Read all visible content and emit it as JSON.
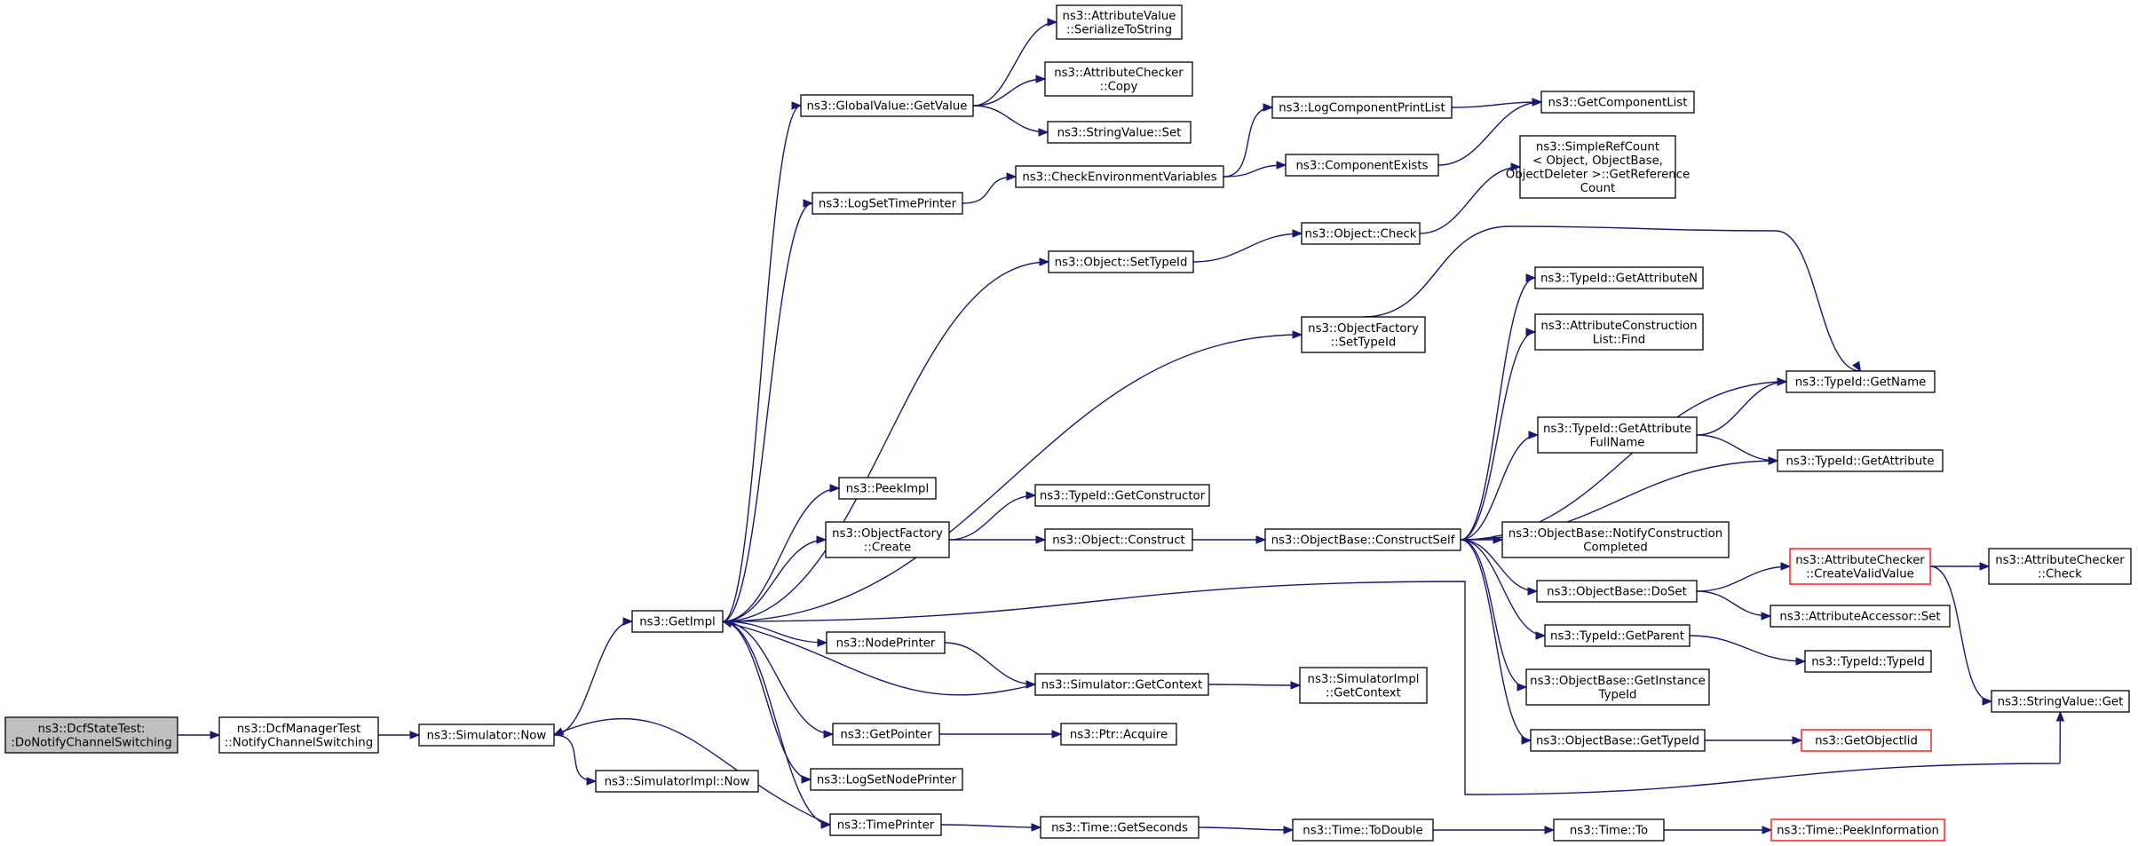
{
  "colors": {
    "edge": "#191970",
    "node_fill": "#ffffff",
    "node_border": "#000000",
    "root_fill": "#bfbfbf",
    "truncated_border": "#ff0000"
  },
  "nodes": [
    {
      "id": "dcfstatetest",
      "lines": [
        "ns3::DcfStateTest:",
        ":DoNotifyChannelSwitching"
      ],
      "style": "root"
    },
    {
      "id": "dcfmanagertest",
      "lines": [
        "ns3::DcfManagerTest",
        "::NotifyChannelSwitching"
      ]
    },
    {
      "id": "simulator-now",
      "lines": [
        "ns3::Simulator::Now"
      ]
    },
    {
      "id": "simulatorimpl-now",
      "lines": [
        "ns3::SimulatorImpl::Now"
      ]
    },
    {
      "id": "getimpl",
      "lines": [
        "ns3::GetImpl"
      ]
    },
    {
      "id": "globalvalue-getvalue",
      "lines": [
        "ns3::GlobalValue::GetValue"
      ]
    },
    {
      "id": "attributevalue-serialize",
      "lines": [
        "ns3::AttributeValue",
        "::SerializeToString"
      ]
    },
    {
      "id": "attributechecker-copy",
      "lines": [
        "ns3::AttributeChecker",
        "::Copy"
      ]
    },
    {
      "id": "stringvalue-set",
      "lines": [
        "ns3::StringValue::Set"
      ]
    },
    {
      "id": "logsettimeprinter",
      "lines": [
        "ns3::LogSetTimePrinter"
      ]
    },
    {
      "id": "checkenvvars",
      "lines": [
        "ns3::CheckEnvironmentVariables"
      ]
    },
    {
      "id": "logcomponentprintlist",
      "lines": [
        "ns3::LogComponentPrintList"
      ]
    },
    {
      "id": "componentexists",
      "lines": [
        "ns3::ComponentExists"
      ]
    },
    {
      "id": "getcomponentlist",
      "lines": [
        "ns3::GetComponentList"
      ]
    },
    {
      "id": "simplerefcount",
      "lines": [
        "ns3::SimpleRefCount",
        "< Object, ObjectBase,",
        " ObjectDeleter >::GetReference",
        "Count"
      ]
    },
    {
      "id": "object-settypeid",
      "lines": [
        "ns3::Object::SetTypeId"
      ]
    },
    {
      "id": "object-check",
      "lines": [
        "ns3::Object::Check"
      ]
    },
    {
      "id": "objectfactory-settypeid",
      "lines": [
        "ns3::ObjectFactory",
        "::SetTypeId"
      ]
    },
    {
      "id": "typeid-getattributen",
      "lines": [
        "ns3::TypeId::GetAttributeN"
      ]
    },
    {
      "id": "attrconstructionlist-find",
      "lines": [
        "ns3::AttributeConstruction",
        "List::Find"
      ]
    },
    {
      "id": "typeid-getname",
      "lines": [
        "ns3::TypeId::GetName"
      ]
    },
    {
      "id": "typeid-getattributefullname",
      "lines": [
        "ns3::TypeId::GetAttribute",
        "FullName"
      ]
    },
    {
      "id": "typeid-getattribute",
      "lines": [
        "ns3::TypeId::GetAttribute"
      ]
    },
    {
      "id": "peekimpl",
      "lines": [
        "ns3::PeekImpl"
      ]
    },
    {
      "id": "typeid-getconstructor",
      "lines": [
        "ns3::TypeId::GetConstructor"
      ]
    },
    {
      "id": "objectfactory-create",
      "lines": [
        "ns3::ObjectFactory",
        "::Create"
      ]
    },
    {
      "id": "object-construct",
      "lines": [
        "ns3::Object::Construct"
      ]
    },
    {
      "id": "objectbase-constructself",
      "lines": [
        "ns3::ObjectBase::ConstructSelf"
      ]
    },
    {
      "id": "objectbase-notifyconstructioncompleted",
      "lines": [
        "ns3::ObjectBase::NotifyConstruction",
        "Completed"
      ]
    },
    {
      "id": "attributechecker-createvalidvalue",
      "lines": [
        "ns3::AttributeChecker",
        "::CreateValidValue"
      ],
      "style": "red"
    },
    {
      "id": "attributechecker-check",
      "lines": [
        "ns3::AttributeChecker",
        "::Check"
      ]
    },
    {
      "id": "objectbase-doset",
      "lines": [
        "ns3::ObjectBase::DoSet"
      ]
    },
    {
      "id": "attributeaccessor-set",
      "lines": [
        "ns3::AttributeAccessor::Set"
      ]
    },
    {
      "id": "nodeprinter",
      "lines": [
        "ns3::NodePrinter"
      ]
    },
    {
      "id": "simulator-getcontext",
      "lines": [
        "ns3::Simulator::GetContext"
      ]
    },
    {
      "id": "simulatorimpl-getcontext",
      "lines": [
        "ns3::SimulatorImpl",
        "::GetContext"
      ]
    },
    {
      "id": "typeid-getparent",
      "lines": [
        "ns3::TypeId::GetParent"
      ]
    },
    {
      "id": "typeid-typeid",
      "lines": [
        "ns3::TypeId::TypeId"
      ]
    },
    {
      "id": "objectbase-getinstancetypeid",
      "lines": [
        "ns3::ObjectBase::GetInstance",
        "TypeId"
      ]
    },
    {
      "id": "stringvalue-get",
      "lines": [
        "ns3::StringValue::Get"
      ]
    },
    {
      "id": "getpointer",
      "lines": [
        "ns3::GetPointer"
      ]
    },
    {
      "id": "ptr-acquire",
      "lines": [
        "ns3::Ptr::Acquire"
      ]
    },
    {
      "id": "objectbase-gettypeid",
      "lines": [
        "ns3::ObjectBase::GetTypeId"
      ]
    },
    {
      "id": "getobjectiid",
      "lines": [
        "ns3::GetObjectIid"
      ],
      "style": "red"
    },
    {
      "id": "logsetnodeprinter",
      "lines": [
        "ns3::LogSetNodePrinter"
      ]
    },
    {
      "id": "timeprinter",
      "lines": [
        "ns3::TimePrinter"
      ]
    },
    {
      "id": "time-getseconds",
      "lines": [
        "ns3::Time::GetSeconds"
      ]
    },
    {
      "id": "time-todouble",
      "lines": [
        "ns3::Time::ToDouble"
      ]
    },
    {
      "id": "time-to",
      "lines": [
        "ns3::Time::To"
      ]
    },
    {
      "id": "time-peekinformation",
      "lines": [
        "ns3::Time::PeekInformation"
      ],
      "style": "red"
    }
  ],
  "edges": [
    {
      "from": "dcfstatetest",
      "to": "dcfmanagertest"
    },
    {
      "from": "dcfmanagertest",
      "to": "simulator-now"
    },
    {
      "from": "simulator-now",
      "to": "getimpl"
    },
    {
      "from": "simulator-now",
      "to": "simulatorimpl-now"
    },
    {
      "from": "getimpl",
      "to": "globalvalue-getvalue"
    },
    {
      "from": "getimpl",
      "to": "logsettimeprinter"
    },
    {
      "from": "getimpl",
      "to": "object-settypeid"
    },
    {
      "from": "getimpl",
      "to": "objectfactory-settypeid"
    },
    {
      "from": "getimpl",
      "to": "peekimpl"
    },
    {
      "from": "getimpl",
      "to": "objectfactory-create"
    },
    {
      "from": "getimpl",
      "to": "nodeprinter"
    },
    {
      "from": "getimpl",
      "to": "getpointer"
    },
    {
      "from": "getimpl",
      "to": "logsetnodeprinter"
    },
    {
      "from": "getimpl",
      "to": "timeprinter"
    },
    {
      "from": "getimpl",
      "to": "stringvalue-get"
    },
    {
      "from": "globalvalue-getvalue",
      "to": "attributevalue-serialize"
    },
    {
      "from": "globalvalue-getvalue",
      "to": "attributechecker-copy"
    },
    {
      "from": "globalvalue-getvalue",
      "to": "stringvalue-set"
    },
    {
      "from": "logsettimeprinter",
      "to": "checkenvvars"
    },
    {
      "from": "checkenvvars",
      "to": "logcomponentprintlist"
    },
    {
      "from": "checkenvvars",
      "to": "componentexists"
    },
    {
      "from": "logcomponentprintlist",
      "to": "getcomponentlist"
    },
    {
      "from": "componentexists",
      "to": "getcomponentlist"
    },
    {
      "from": "object-settypeid",
      "to": "object-check"
    },
    {
      "from": "object-check",
      "to": "simplerefcount"
    },
    {
      "from": "objectfactory-settypeid",
      "to": "typeid-getname"
    },
    {
      "from": "objectfactory-create",
      "to": "typeid-getconstructor"
    },
    {
      "from": "objectfactory-create",
      "to": "object-construct"
    },
    {
      "from": "object-construct",
      "to": "objectbase-constructself"
    },
    {
      "from": "objectbase-constructself",
      "to": "typeid-getattributen"
    },
    {
      "from": "objectbase-constructself",
      "to": "attrconstructionlist-find"
    },
    {
      "from": "objectbase-constructself",
      "to": "typeid-getname"
    },
    {
      "from": "objectbase-constructself",
      "to": "typeid-getattributefullname"
    },
    {
      "from": "objectbase-constructself",
      "to": "typeid-getattribute"
    },
    {
      "from": "objectbase-constructself",
      "to": "objectbase-notifyconstructioncompleted"
    },
    {
      "from": "objectbase-constructself",
      "to": "objectbase-doset"
    },
    {
      "from": "objectbase-constructself",
      "to": "typeid-getparent"
    },
    {
      "from": "objectbase-constructself",
      "to": "objectbase-getinstancetypeid"
    },
    {
      "from": "objectbase-constructself",
      "to": "objectbase-gettypeid"
    },
    {
      "from": "typeid-getattributefullname",
      "to": "typeid-getname"
    },
    {
      "from": "typeid-getattributefullname",
      "to": "typeid-getattribute"
    },
    {
      "from": "objectbase-doset",
      "to": "attributechecker-createvalidvalue"
    },
    {
      "from": "objectbase-doset",
      "to": "attributeaccessor-set"
    },
    {
      "from": "attributechecker-createvalidvalue",
      "to": "attributechecker-check"
    },
    {
      "from": "attributechecker-createvalidvalue",
      "to": "stringvalue-get"
    },
    {
      "from": "typeid-getparent",
      "to": "typeid-typeid"
    },
    {
      "from": "objectbase-gettypeid",
      "to": "getobjectiid"
    },
    {
      "from": "nodeprinter",
      "to": "simulator-getcontext"
    },
    {
      "from": "simulator-getcontext",
      "to": "getimpl"
    },
    {
      "from": "simulator-getcontext",
      "to": "simulatorimpl-getcontext"
    },
    {
      "from": "getpointer",
      "to": "ptr-acquire"
    },
    {
      "from": "timeprinter",
      "to": "simulator-now"
    },
    {
      "from": "timeprinter",
      "to": "time-getseconds"
    },
    {
      "from": "time-getseconds",
      "to": "time-todouble"
    },
    {
      "from": "time-todouble",
      "to": "time-to"
    },
    {
      "from": "time-to",
      "to": "time-peekinformation"
    }
  ]
}
